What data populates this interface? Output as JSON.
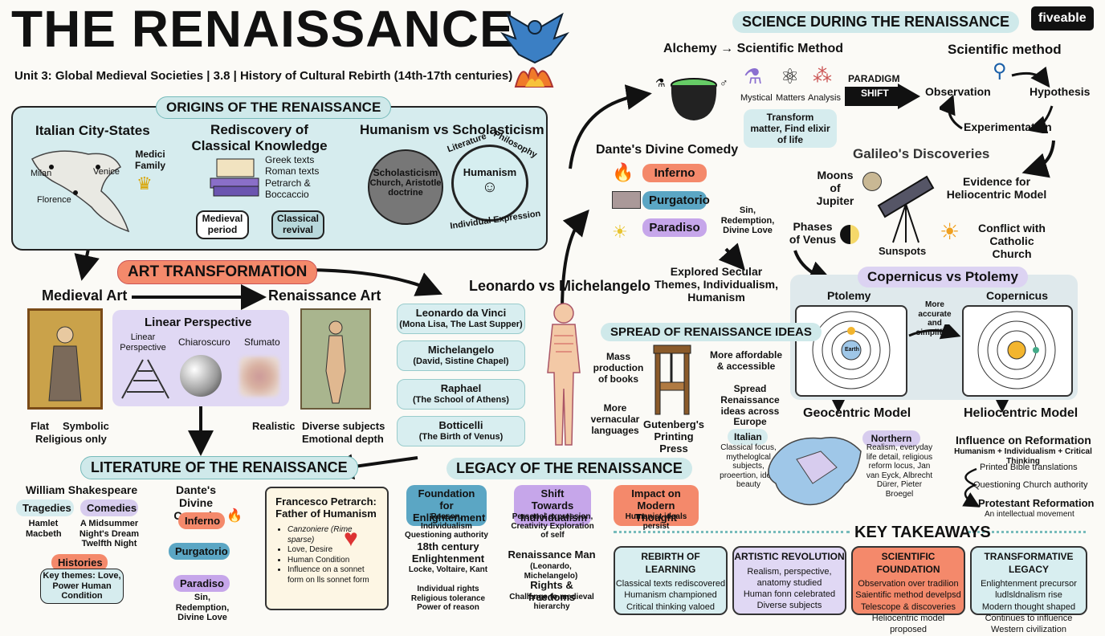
{
  "header": {
    "title": "THE RENAISSANCE",
    "subtitle": "Unit 3: Global Medieval Societies | 3.8 | History of Cultural Rebirth (14th-17th centuries)",
    "brand": "fiveable"
  },
  "origins": {
    "heading": "ORIGINS OF THE RENAISSANCE",
    "city_states": "Italian City-States",
    "cities": [
      "Milan",
      "Venice",
      "Florence"
    ],
    "medici": "Medici Family",
    "rediscovery": "Rediscovery of Classical Knowledge",
    "texts": [
      "Greek texts",
      "Roman texts",
      "Petrarch & Boccaccio"
    ],
    "medieval_period": "Medieval period",
    "classical_revival": "Classical revival",
    "humanism_vs": "Humanism vs Scholasticism",
    "scholasticism": "Scholasticism",
    "scholasticism_desc": "Church, Aristotle doctrine",
    "humanism": "Humanism",
    "arc_literature": "Literature",
    "arc_philosophy": "Philosophy",
    "arc_expression": "Individual Expression"
  },
  "art": {
    "heading": "ART TRANSFORMATION",
    "medieval_art": "Medieval Art",
    "renaissance_art": "Renaissance Art",
    "linear_perspective_title": "Linear Perspective",
    "techniques": [
      "Linear Perspective",
      "Chiaroscuro",
      "Sfumato"
    ],
    "flat": "Flat",
    "symbolic": "Symbolic",
    "religious_only": "Religious only",
    "realistic": "Realistic",
    "diverse": "Diverse subjects",
    "emotional": "Emotional depth"
  },
  "leonardo_vs": {
    "heading": "Leonardo vs Michelangelo",
    "artists": [
      {
        "name": "Leonardo da Vinci",
        "works": "(Mona Lisa, The Last Supper)"
      },
      {
        "name": "Michelangelo",
        "works": "(David, Sistine Chapel)"
      },
      {
        "name": "Raphael",
        "works": "(The School of Athens)"
      },
      {
        "name": "Botticelli",
        "works": "(The Birth of Venus)"
      }
    ]
  },
  "literature": {
    "heading": "LITERATURE OF THE RENAISSANCE",
    "shakespeare": "William Shakespeare",
    "tragedies": "Tragedies",
    "comedies": "Comedies",
    "tragedies_list": "Hamlet\nMacbeth",
    "comedies_list": "A Midsummer Night's Dream Twelfth Night",
    "histories": "Histories",
    "key_themes": "Key themes: Love, Power Human Condition",
    "dante_title": "Dante's Divine Comedy",
    "inferno": "Inferno",
    "purgatorio": "Purgatorio",
    "paradiso": "Paradiso",
    "dante_themes": "Sin, Redemption, Divine Love",
    "petrarch_title": "Francesco Petrarch: Father of Humanism",
    "petrarch_items": [
      "Canzoniere (Rime sparse)",
      "Love, Desire",
      "Human Condition",
      "Influence on a sonnet form on lls sonnet form"
    ]
  },
  "dante": {
    "heading": "Dante's Divine Comedy",
    "inferno": "Inferno",
    "purgatorio": "Purgatorio",
    "paradiso": "Paradiso",
    "themes": "Sin, Redemption, Divine Love",
    "explored": "Explored Secular Themes, Individualism, Humanism"
  },
  "spread": {
    "heading": "SPREAD OF RENAISSANCE IDEAS",
    "mass": "Mass production of books",
    "affordable": "More affordable & accessible",
    "spread": "Spread Renaissance ideas across Europe",
    "vernacular": "More vernacular languages",
    "gutenberg": "Gutenberg's Printing Press",
    "italian": "Italian",
    "italian_desc": "Classical focus, mytheloglcal subjects, proeertion, ideal beauty",
    "northern": "Northern",
    "northern_desc": "Realism, everyday life detail, religious reform locus, Jan van Eyck, Albrecht Dürer, Pieter Broegel"
  },
  "science": {
    "heading": "SCIENCE DURING THE RENAISSANCE",
    "alchemy": "Alchemy → Scientific Method",
    "mystical": "Mystical",
    "matters": "Matters",
    "analysis": "Analysis",
    "transform": "Transform matter, Find elixir of life",
    "paradigm": "PARADIGM",
    "shift": "SHIFT",
    "sci_method": "Scientific method",
    "observation": "Observation",
    "hypothesis": "Hypothesis",
    "experimentation": "Experimentation",
    "galileo": "Galileo's Discoveries",
    "moons": "Moons of Jupiter",
    "phases": "Phases of Venus",
    "sunspots": "Sunspots",
    "evidence": "Evidence for Heliocentric Model",
    "conflict": "Conflict with Catholic Church",
    "copernicus_vs": "Copernicus vs Ptolemy",
    "ptolemy": "Ptolemy",
    "copernicus": "Copernicus",
    "earth": "Earth",
    "more_accurate": "More accurate and simplified",
    "geocentric": "Geocentric Model",
    "heliocentric": "Heliocentric Model",
    "influence": "Influence on Reformation",
    "influence_sub": "Humanism + Individualism + Critical Thinking",
    "printed_bible": "Printed Bible translations",
    "questioning": "Questioning Church authority",
    "protestant": "Protestant Reformation",
    "intellectual": "An intellectual movement"
  },
  "legacy": {
    "heading": "LEGACY OF THE RENAISSANCE",
    "foundation": "Foundation for Enlightenment",
    "foundation_desc": "Reason, Individualism Questioning authority",
    "enlightenment": "18th century Enlightenment",
    "enlightenment_desc": "Locke, Voltaire, Kant",
    "rights": "Individual rights Religious tolerance Power of reason",
    "shift": "Shift Towards Individualism",
    "shift_desc": "Personal expression, Creativity Exploration of self",
    "renaissance_man": "Renaissance Man",
    "renaissance_man_desc": "(Leonardo, Michelangelo)",
    "rights_freedoms": "Rights & freedoms",
    "rights_freedoms_desc": "Challenge to medieval hierarchy",
    "impact": "Impact on Modern Thought",
    "impact_desc": "Humanist ideals persist"
  },
  "takeaways": {
    "heading": "KEY TAKEAWAYS",
    "cards": [
      {
        "title": "REBIRTH OF LEARNING",
        "lines": [
          "Classical texts rediscovered",
          "Humanism championed",
          "Critical thinking valoed"
        ],
        "color": "#d8eef0"
      },
      {
        "title": "ARTISTIC REVOLUTION",
        "lines": [
          "Realism, perspective,",
          "anatomy studied",
          "Human fonn celebrated",
          "Diverse subjects"
        ],
        "color": "#e0d8f4"
      },
      {
        "title": "SCIENTIFIC FOUNDATION",
        "lines": [
          "Observation over tradilion",
          "Saientific method develpsd",
          "Telescope & discoveries",
          "Heliocentric model proposed"
        ],
        "color": "#f4896b"
      },
      {
        "title": "TRANSFORMATIVE LEGACY",
        "lines": [
          "Enlightenment precursor",
          "ludlsldnalism rise",
          "Modern thought shaped",
          "Continues to influence",
          "Western civilization"
        ],
        "color": "#d8eef0"
      }
    ]
  }
}
